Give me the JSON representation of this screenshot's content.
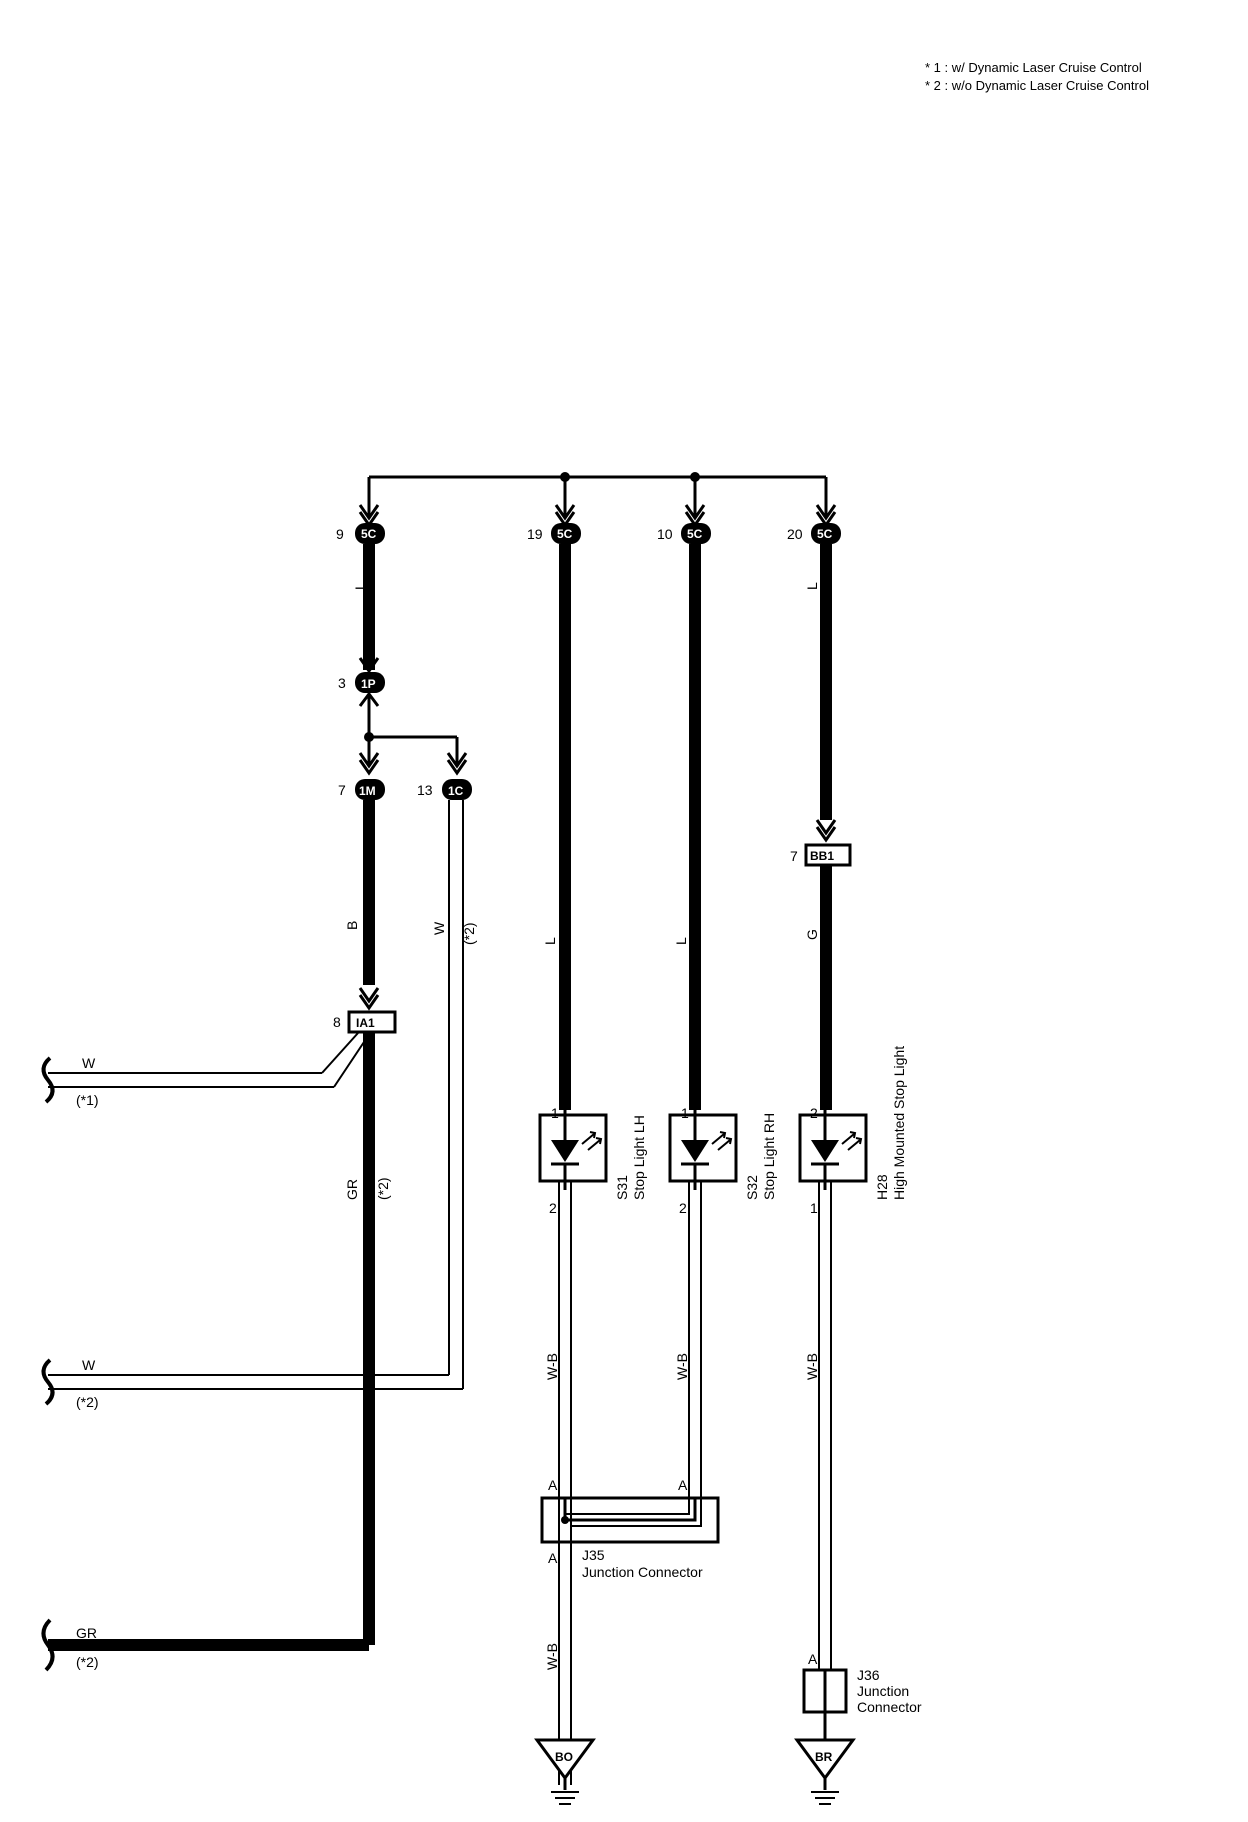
{
  "notes": {
    "note1": "* 1 : w/ Dynamic Laser Cruise Control",
    "note2": "* 2 : w/o Dynamic Laser Cruise Control"
  },
  "top_connectors": [
    {
      "pin": "9",
      "code": "5C",
      "wire": "L"
    },
    {
      "pin": "19",
      "code": "5C",
      "wire": "L"
    },
    {
      "pin": "10",
      "code": "5C",
      "wire": "L"
    },
    {
      "pin": "20",
      "code": "5C",
      "wire": "L"
    }
  ],
  "mid_connectors": {
    "c1p": {
      "pin": "3",
      "code": "1P"
    },
    "c1m": {
      "pin": "7",
      "code": "1M",
      "wire": "B"
    },
    "c1c": {
      "pin": "13",
      "code": "1C",
      "wire": "W",
      "note": "(*2)"
    },
    "cbb1": {
      "pin": "7",
      "code": "BB1",
      "wire": "G"
    },
    "cia1": {
      "pin": "8",
      "code": "IA1",
      "wire": "GR",
      "note": "(*2)"
    }
  },
  "left_wires": [
    {
      "wire": "W",
      "note": "(*1)"
    },
    {
      "wire": "W",
      "note": "(*2)"
    },
    {
      "wire": "GR",
      "note": "(*2)"
    }
  ],
  "lights": [
    {
      "pin_top": "1",
      "pin_bottom": "2",
      "code": "S31",
      "name": "Stop Light LH",
      "wire": "W-B"
    },
    {
      "pin_top": "1",
      "pin_bottom": "2",
      "code": "S32",
      "name": "Stop Light RH",
      "wire": "W-B"
    },
    {
      "pin_top": "2",
      "pin_bottom": "1",
      "code": "H28",
      "name": "High Mounted Stop Light",
      "wire": "W-B"
    }
  ],
  "j35": {
    "code": "J35",
    "name": "Junction Connector",
    "pin_a1": "A",
    "pin_a2": "A",
    "pin_a3": "A",
    "wire_out": "W-B"
  },
  "j36": {
    "code": "J36",
    "name1": "Junction",
    "name2": "Connector",
    "pin": "A"
  },
  "grounds": [
    {
      "code": "BO"
    },
    {
      "code": "BR"
    }
  ]
}
